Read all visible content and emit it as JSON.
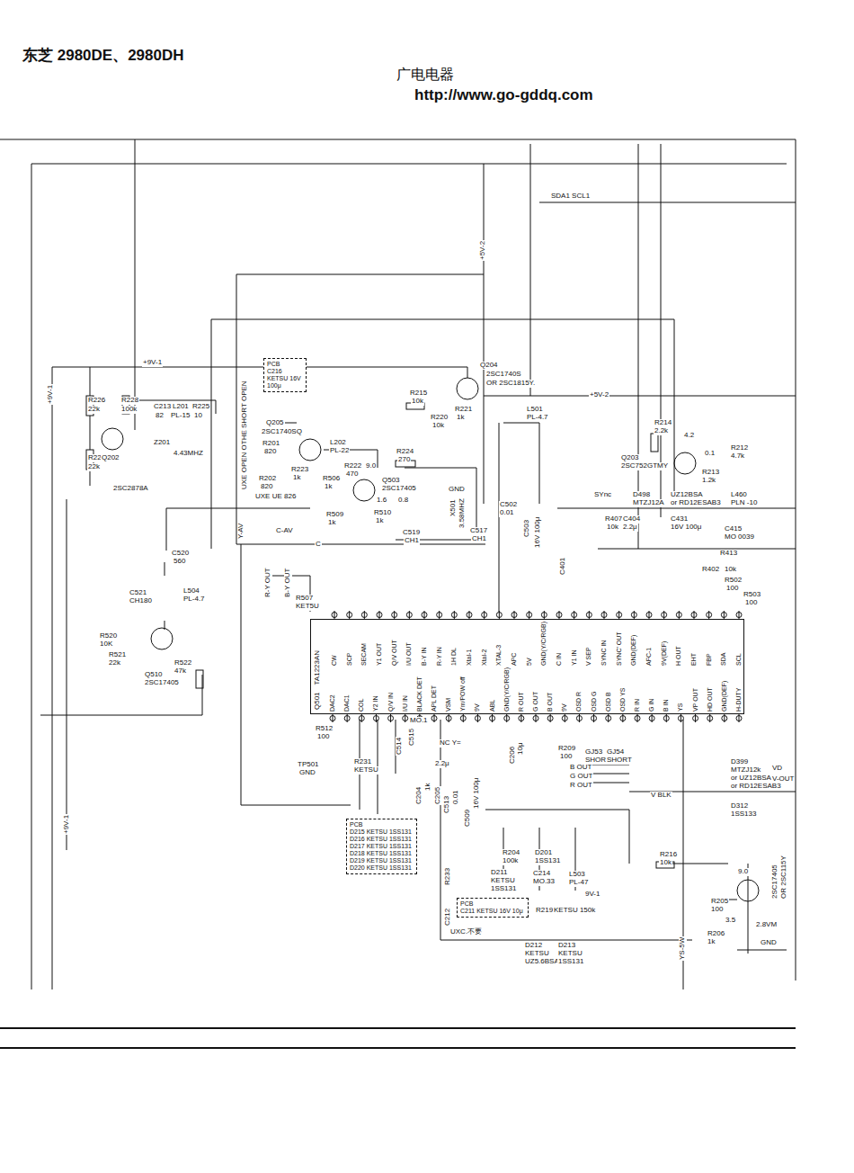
{
  "diagram": {
    "title": "东芝 2980DE、2980DH",
    "nodes": [
      {
        "text": [
          "Q501",
          "TA1223AN"
        ]
      },
      {
        "text": [
          "PCB",
          "C216 KETSU 16V 100μ"
        ]
      },
      {
        "text": [
          "PCB",
          "D215 KETSU 1SS131",
          "D216 KETSU 1SS131",
          "D217 KETSU 1SS131",
          "D218 KETSU 1SS131",
          "D219 KETSU 1SS131",
          "D220 KETSU 1SS131"
        ]
      },
      {
        "text": [
          "PCB",
          "C211 KETSU 16V 10μ"
        ]
      }
    ],
    "labels": [
      "广电电器",
      "http://www.go-gddq.com",
      "SDA1 SCL1",
      "+5V-2",
      "+9V-1",
      "+9V-1",
      "+9V-1",
      "+5V-2",
      "R226",
      "22k",
      "R228",
      "100k",
      "C213",
      "82",
      "L201",
      "PL-15",
      "R225",
      "10",
      "Z201",
      "4.43MHZ",
      "R229",
      "22k",
      "Q202",
      "2SC2878A",
      "Q204",
      "2SC1740S",
      "OR 2SC1815Y.",
      "R215",
      "10k",
      "R220",
      "10k",
      "R221",
      "1k",
      "Q205",
      "2SC1740SQ",
      "R201",
      "820",
      "L202",
      "PL-22",
      "R224",
      "270",
      "R202",
      "820",
      "R223",
      "1k",
      "R222",
      "470",
      "9.0",
      "Q503",
      "2SC17405",
      "R506",
      "1k",
      "1.6",
      "0.8",
      "R510",
      "1k",
      "R509",
      "1k",
      "UXE UE 826",
      "UXE OPEN OTHE SHORT OPEN",
      "L501",
      "PL-4.7",
      "R214",
      "2.2k",
      "4.2",
      "Q203",
      "2SC752GTMY",
      "0.1",
      "R212",
      "4.7k",
      "R213",
      "1.2k",
      "SYnc",
      "D498",
      "MTZJ12A",
      "UZ12BSA",
      "or RD12ESAB3",
      "L460",
      "PLN -10",
      "C502",
      "0.01",
      "C503",
      "16V 100μ",
      "C401",
      "R407",
      "10k",
      "C404",
      "2.2μ",
      "C431",
      "16V 100μ",
      "C415",
      "MO 0039",
      "R413",
      "R402",
      "10k",
      "R502",
      "100",
      "R503",
      "100",
      "GND",
      "X501",
      "3.58MHZ",
      "C519",
      "CH1",
      "C517",
      "CH1",
      "C520",
      "560",
      "C521",
      "CH180",
      "L504",
      "PL-4.7",
      "R520",
      "10K",
      "R521",
      "22k",
      "Q510",
      "2SC17405",
      "R522",
      "47k",
      "R-Y OUT",
      "B-Y OUT",
      "Y-AV",
      "C-AV",
      "C",
      "R507",
      "KET5U",
      "R512",
      "100",
      "TP501",
      "GND",
      "R231",
      "KETSU",
      "C514",
      "C515",
      "MO.1",
      "NC Y=",
      "C204",
      "1k",
      "C205",
      "2.2μ",
      "C513",
      "0.01",
      "C509",
      "16V 100μ",
      "C206",
      "10μ",
      "R209",
      "100",
      "GJ53",
      "SHORT",
      "GJ54",
      "SHORT",
      "B OUT",
      "G OUT",
      "R OUT",
      "V BLK",
      "D399",
      "MTZJ12k",
      "or UZ12BSA",
      "or RD12ESAB3",
      "VD",
      "V-OUT",
      "D312",
      "1SS133",
      "R204",
      "100k",
      "D201",
      "1SS131",
      "C214",
      "MO.33",
      "L503",
      "PL-47",
      "9V-1",
      "D211",
      "KETSU",
      "1SS131",
      "R233",
      "C212",
      "R219",
      "KETSU 150k",
      "UXC.不要",
      "D212",
      "KETSU",
      "UZ5.6BSA",
      "D213",
      "KETSU",
      "1SS131",
      "R216",
      "10k",
      "YS-5W",
      "9.0",
      "R205",
      "100",
      "3.5",
      "R206",
      "1k",
      "GND",
      "2SC17405",
      "OR 2SC115Y",
      "2.8VM",
      "CW",
      "SCP",
      "SECAM",
      "Y1 OUT",
      "Q/V OUT",
      "I/U OUT",
      "B-Y IN",
      "R-Y IN",
      "1H DL",
      "Xtal-1",
      "Xtal-2",
      "XTAL-3",
      "APC",
      "5V",
      "GND(Y/C/RGB)",
      "C IN",
      "Y1 IN",
      "V SEP",
      "SYNC IN",
      "SYNC' OUT",
      "GND(DEF)",
      "AFC-1",
      "9V(DEF)",
      "H OUT",
      "EHT",
      "FBP",
      "SDA",
      "SCL",
      "DAC2",
      "DAC1",
      "COL",
      "Y2 IN",
      "Q/V IN",
      "I/U IN",
      "BLACK DET",
      "APL DET",
      "VSM",
      "Ym/POW off",
      "9V",
      "ABL",
      "GND(Y/C/RGB)",
      "R OUT",
      "G OUT",
      "B OUT",
      "9V",
      "OSD R",
      "OSD G",
      "OSD B",
      "OSD YS",
      "R IN",
      "G IN",
      "B IN",
      "YS",
      "VP OUT",
      "HD OUT",
      "GND(DEF)",
      "H-DUTY"
    ]
  }
}
